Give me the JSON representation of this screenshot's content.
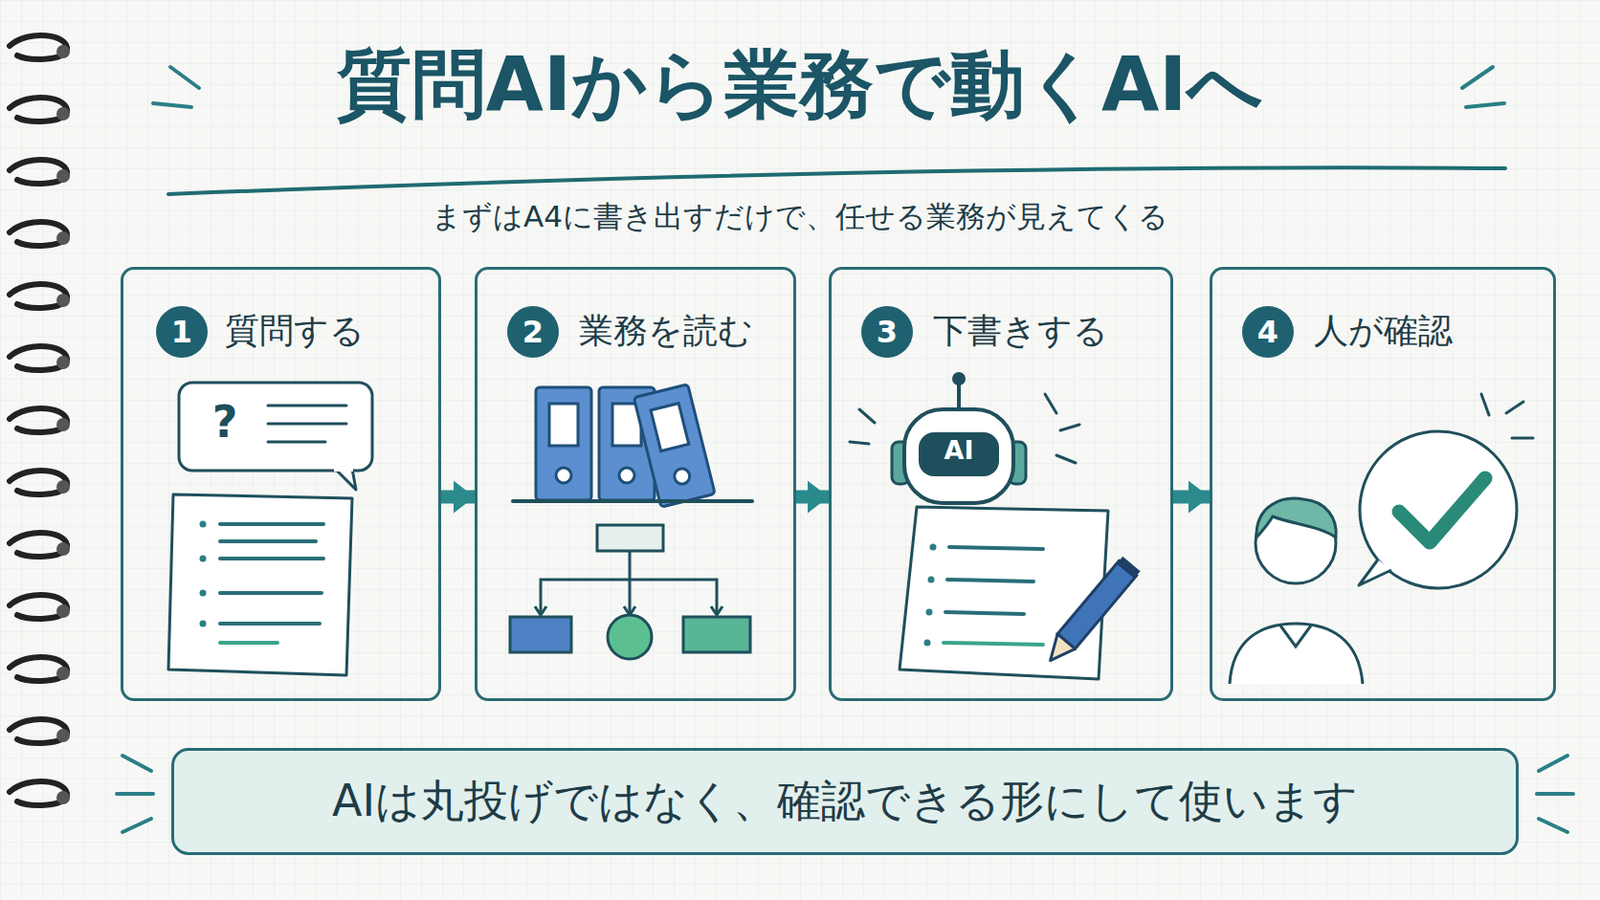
{
  "diagram": {
    "title": "質問AIから業務で動くAIへ",
    "nodes": [
      {
        "text": [
          "質問する"
        ]
      },
      {
        "text": [
          "1"
        ],
        "in": 0
      },
      {
        "text": [
          "業務を読む"
        ]
      },
      {
        "text": [
          "2"
        ],
        "in": 2
      },
      {
        "text": [
          "下書きする"
        ]
      },
      {
        "text": [
          "3"
        ],
        "in": 4
      },
      {
        "text": [
          "人が確認"
        ]
      },
      {
        "text": [
          "4"
        ],
        "in": 6
      },
      {
        "text": [
          "AIは丸投げではなく、確認できる形にして使います"
        ]
      }
    ],
    "edges": [
      {
        "from": 0,
        "to": 2,
        "arrow": "to"
      },
      {
        "from": 2,
        "to": 4,
        "arrow": "to"
      },
      {
        "from": 4,
        "to": 6,
        "arrow": "to"
      }
    ],
    "labels": [
      "まずはA4に書き出すだけで、任せる業務が見えてくる",
      "?",
      "AI"
    ]
  }
}
